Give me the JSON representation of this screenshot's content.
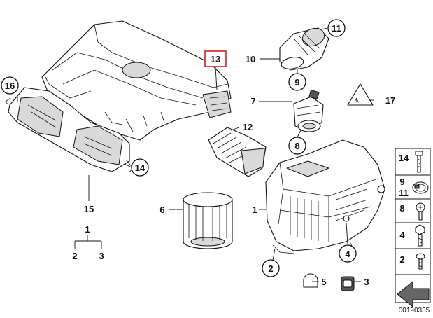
{
  "diagram": {
    "callouts": {
      "c1": "1",
      "c2": "2",
      "c3": "3",
      "c4": "4",
      "c5": "5",
      "c6": "6",
      "c7": "7",
      "c8": "8",
      "c9": "9",
      "c10": "10",
      "c11": "11",
      "c12": "12",
      "c13": "13",
      "c14": "14",
      "c15": "15",
      "c16": "16",
      "c17": "17"
    },
    "legend_group": {
      "top": "1",
      "left": "2",
      "right": "3"
    },
    "hardware_panel": {
      "rows": [
        {
          "label": "14",
          "icon": "long-screw-icon"
        },
        {
          "label": "9",
          "icon": "hose-clamp-icon"
        },
        {
          "label": "11",
          "icon": "hose-clamp-icon"
        },
        {
          "label": "8",
          "icon": "flange-screw-icon"
        },
        {
          "label": "4",
          "icon": "hex-bolt-icon"
        },
        {
          "label": "2",
          "icon": "short-screw-icon"
        }
      ],
      "arrow_icon": "direction-arrow-icon"
    },
    "highlighted_part": "13",
    "highlight_color": "#cc2222",
    "document_number": "00190335"
  }
}
